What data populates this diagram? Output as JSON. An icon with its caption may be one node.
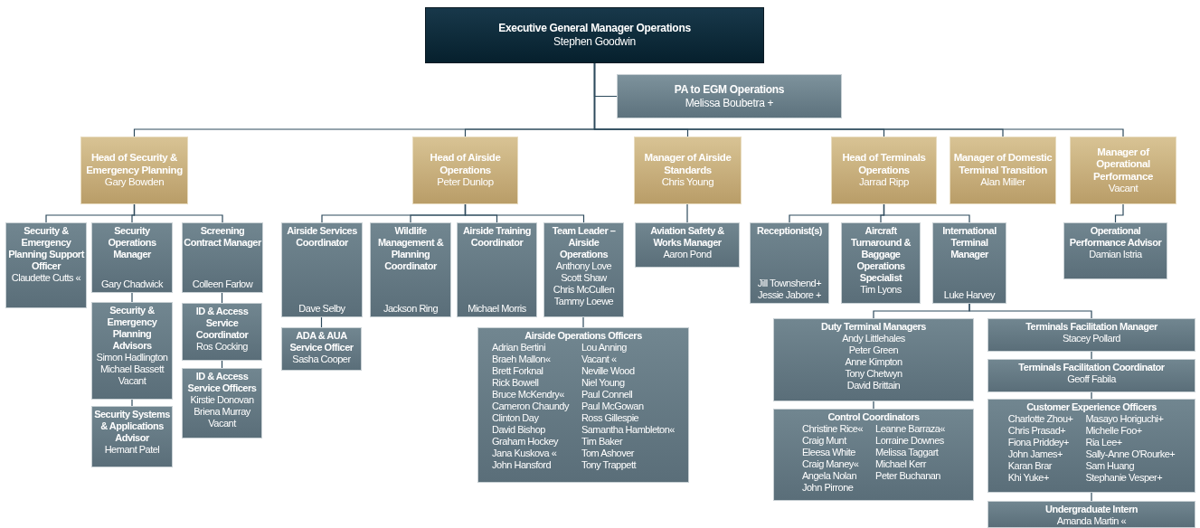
{
  "diagram": {
    "nodes": [
      {
        "text": [
          "Executive General Manager Operations",
          "Stephen Goodwin"
        ]
      },
      {
        "text": [
          "PA to EGM Operations",
          "Melissa Boubetra +"
        ]
      },
      {
        "text": [
          "Head of Security & Emergency Planning",
          "Gary Bowden"
        ]
      },
      {
        "text": [
          "Head of Airside Operations",
          "Peter Dunlop"
        ]
      },
      {
        "text": [
          "Manager of Airside Standards",
          "Chris Young"
        ]
      },
      {
        "text": [
          "Head of Terminals Operations",
          "Jarrad Ripp"
        ]
      },
      {
        "text": [
          "Manager of Domestic Terminal Transition",
          "Alan Miller"
        ]
      },
      {
        "text": [
          "Manager of Operational Performance",
          "Vacant"
        ]
      },
      {
        "text": [
          "Security & Emergency Planning Support Officer",
          "Claudette Cutts «"
        ]
      },
      {
        "text": [
          "Security Operations Manager",
          "Gary Chadwick"
        ]
      },
      {
        "text": [
          "Screening Contract Manager",
          "Colleen Farlow"
        ]
      },
      {
        "text": [
          "Security & Emergency Planning Advisors",
          "Simon Hadlington",
          "Michael Bassett",
          "Vacant"
        ]
      },
      {
        "text": [
          "Security Systems & Applications Advisor",
          "Hemant Patel"
        ]
      },
      {
        "text": [
          "ID & Access Service Coordinator",
          "Ros Cocking"
        ]
      },
      {
        "text": [
          "ID & Access Service Officers",
          "Kirstie Donovan",
          "Briena Murray",
          "Vacant"
        ]
      },
      {
        "text": [
          "Airside Services Coordinator",
          "Dave Selby"
        ]
      },
      {
        "text": [
          "ADA & AUA Service Officer",
          "Sasha Cooper"
        ]
      },
      {
        "text": [
          "Wildlife Management & Planning Coordinator",
          "Jackson Ring"
        ]
      },
      {
        "text": [
          "Airside Training Coordinator",
          "Michael Morris"
        ]
      },
      {
        "text": [
          "Team Leader – Airside Operations",
          "Anthony Love",
          "Scott Shaw",
          "Chris McCullen",
          "Tammy Loewe"
        ]
      },
      {
        "text": [
          "Airside Operations Officers",
          "Adrian Bertini",
          "Braeh Mallon«",
          "Brett Forknal",
          "Rick Bowell",
          "Bruce McKendry«",
          "Cameron Chaundy",
          "Clinton Day",
          "David Bishop",
          "Graham Hockey",
          "Jana Kuskova «",
          "John Hansford",
          "Lou Anning",
          "Vacant «",
          "Neville Wood",
          "Niel Young",
          "Paul Connell",
          "Paul McGowan",
          "Ross Gillespie",
          "Samantha Hambleton«",
          "Tim Baker",
          "Tom Ashover",
          "Tony Trappett"
        ]
      },
      {
        "text": [
          "Aviation Safety & Works Manager",
          "Aaron Pond"
        ]
      },
      {
        "text": [
          "Receptionist(s)",
          "Jill Townshend+",
          "Jessie Jabore +"
        ]
      },
      {
        "text": [
          "Aircraft Turnaround & Baggage Operations Specialist",
          "Tim Lyons"
        ]
      },
      {
        "text": [
          "International Terminal Manager",
          "Luke Harvey"
        ]
      },
      {
        "text": [
          "Operational Performance Advisor",
          "Damian Istria"
        ]
      },
      {
        "text": [
          "Duty Terminal Managers",
          "Andy Littlehales",
          "Peter Green",
          "Anne Kimpton",
          "Tony Chetwyn",
          "David Brittain"
        ]
      },
      {
        "text": [
          "Control Coordinators",
          "Christine Rice«",
          "Craig Munt",
          "Eleesa White",
          "Craig Maney«",
          "Angela Nolan",
          "John Pirrone",
          "Leanne Barraza«",
          "Lorraine Downes",
          "Melissa Taggart",
          "Michael Kerr",
          "Peter Buchanan"
        ]
      },
      {
        "text": [
          "Terminals Facilitation Manager",
          "Stacey Pollard"
        ]
      },
      {
        "text": [
          "Terminals Facilitation Coordinator",
          "Geoff Fabila"
        ]
      },
      {
        "text": [
          "Customer Experience Officers",
          "Charlotte Zhou+",
          "Chris Prasad+",
          "Fiona Priddey+",
          "John James+",
          "Karan Brar",
          "Khi Yuke+",
          "Masayo Horiguchi+",
          "Michelle Foo+",
          "Ria Lee+",
          "Sally-Anne O'Rourke+",
          "Sam Huang",
          "Stephanie Vesper+"
        ]
      },
      {
        "text": [
          "Undergraduate Intern",
          "Amanda Martin «"
        ]
      }
    ],
    "edges": [
      {
        "from": 0,
        "to": 1,
        "arrow": "none"
      },
      {
        "from": 0,
        "to": 2,
        "arrow": "none"
      },
      {
        "from": 0,
        "to": 3,
        "arrow": "none"
      },
      {
        "from": 0,
        "to": 4,
        "arrow": "none"
      },
      {
        "from": 0,
        "to": 5,
        "arrow": "none"
      },
      {
        "from": 0,
        "to": 6,
        "arrow": "none"
      },
      {
        "from": 0,
        "to": 7,
        "arrow": "none"
      },
      {
        "from": 2,
        "to": 8,
        "arrow": "none"
      },
      {
        "from": 2,
        "to": 9,
        "arrow": "none"
      },
      {
        "from": 2,
        "to": 10,
        "arrow": "none"
      },
      {
        "from": 9,
        "to": 11,
        "arrow": "none"
      },
      {
        "from": 11,
        "to": 12,
        "arrow": "none"
      },
      {
        "from": 10,
        "to": 13,
        "arrow": "none"
      },
      {
        "from": 13,
        "to": 14,
        "arrow": "none"
      },
      {
        "from": 3,
        "to": 15,
        "arrow": "none"
      },
      {
        "from": 3,
        "to": 17,
        "arrow": "none"
      },
      {
        "from": 3,
        "to": 18,
        "arrow": "none"
      },
      {
        "from": 3,
        "to": 19,
        "arrow": "none"
      },
      {
        "from": 15,
        "to": 16,
        "arrow": "none"
      },
      {
        "from": 19,
        "to": 20,
        "arrow": "none"
      },
      {
        "from": 4,
        "to": 21,
        "arrow": "none"
      },
      {
        "from": 5,
        "to": 22,
        "arrow": "none"
      },
      {
        "from": 5,
        "to": 23,
        "arrow": "none"
      },
      {
        "from": 5,
        "to": 24,
        "arrow": "none"
      },
      {
        "from": 24,
        "to": 26,
        "arrow": "none"
      },
      {
        "from": 24,
        "to": 28,
        "arrow": "none"
      },
      {
        "from": 26,
        "to": 27,
        "arrow": "none"
      },
      {
        "from": 28,
        "to": 29,
        "arrow": "none"
      },
      {
        "from": 29,
        "to": 30,
        "arrow": "none"
      },
      {
        "from": 30,
        "to": 31,
        "arrow": "none"
      },
      {
        "from": 7,
        "to": 25,
        "arrow": "none"
      }
    ]
  }
}
